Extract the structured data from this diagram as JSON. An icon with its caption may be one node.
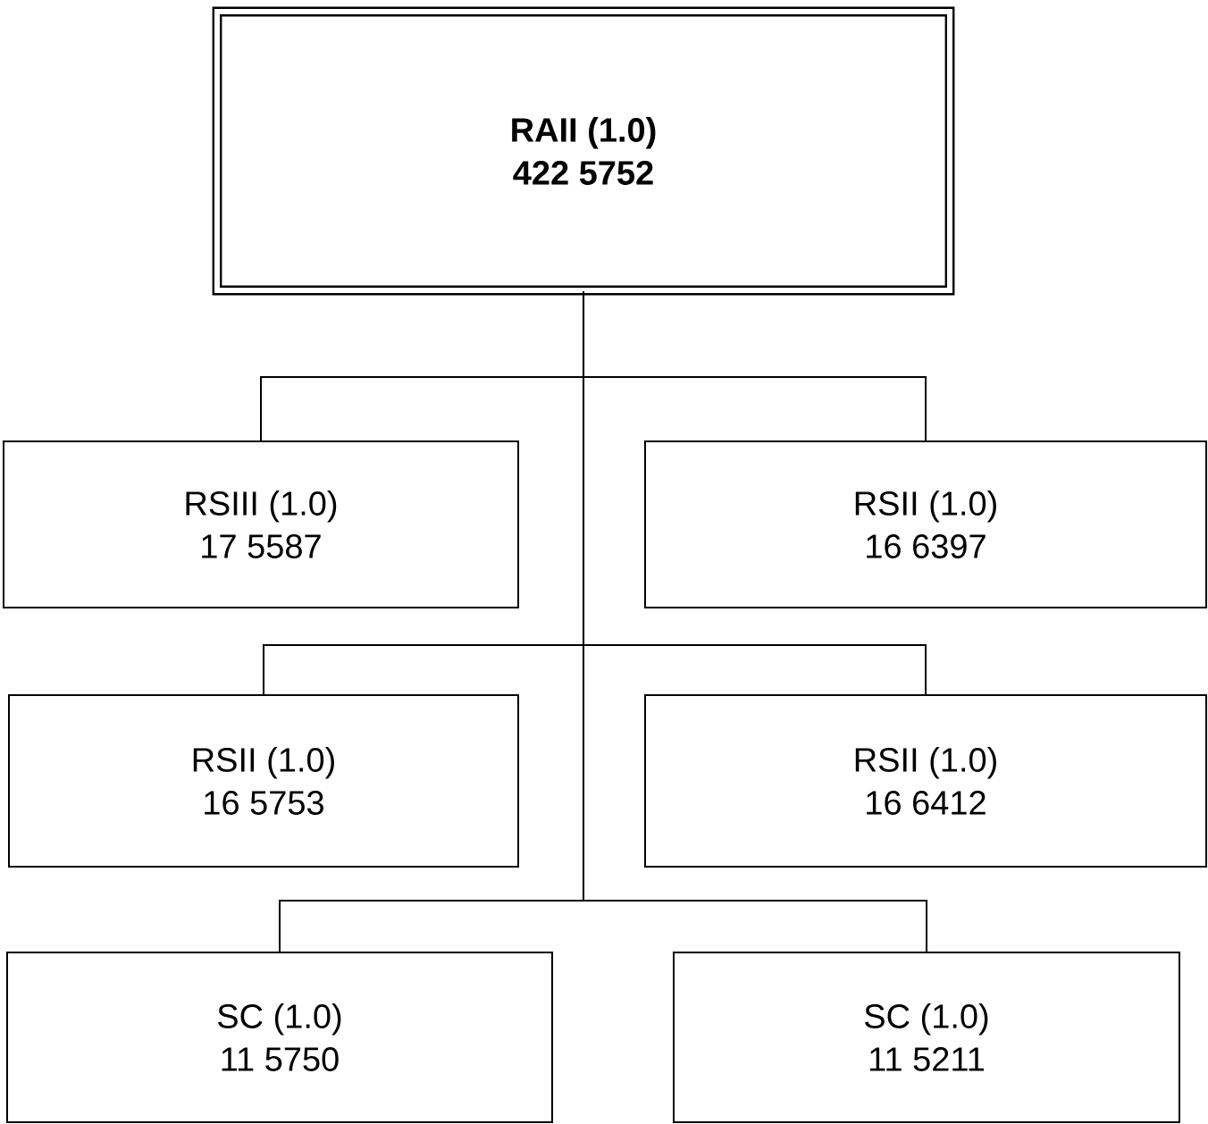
{
  "diagram": {
    "nodes": [
      {
        "text": [
          "RAII (1.0)",
          "422 5752"
        ]
      },
      {
        "text": [
          "RSIII (1.0)",
          "17 5587"
        ]
      },
      {
        "text": [
          "RSII (1.0)",
          "16 6397"
        ]
      },
      {
        "text": [
          "RSII (1.0)",
          "16 5753"
        ]
      },
      {
        "text": [
          "RSII (1.0)",
          "16 6412"
        ]
      },
      {
        "text": [
          "SC (1.0)",
          "11 5750"
        ]
      },
      {
        "text": [
          "SC (1.0)",
          "11 5211"
        ]
      }
    ],
    "edges": [
      {
        "from": 0,
        "to": 1,
        "arrow": "none"
      },
      {
        "from": 0,
        "to": 2,
        "arrow": "none"
      },
      {
        "from": 0,
        "to": 3,
        "arrow": "none"
      },
      {
        "from": 0,
        "to": 4,
        "arrow": "none"
      },
      {
        "from": 0,
        "to": 5,
        "arrow": "none"
      },
      {
        "from": 0,
        "to": 6,
        "arrow": "none"
      }
    ]
  }
}
